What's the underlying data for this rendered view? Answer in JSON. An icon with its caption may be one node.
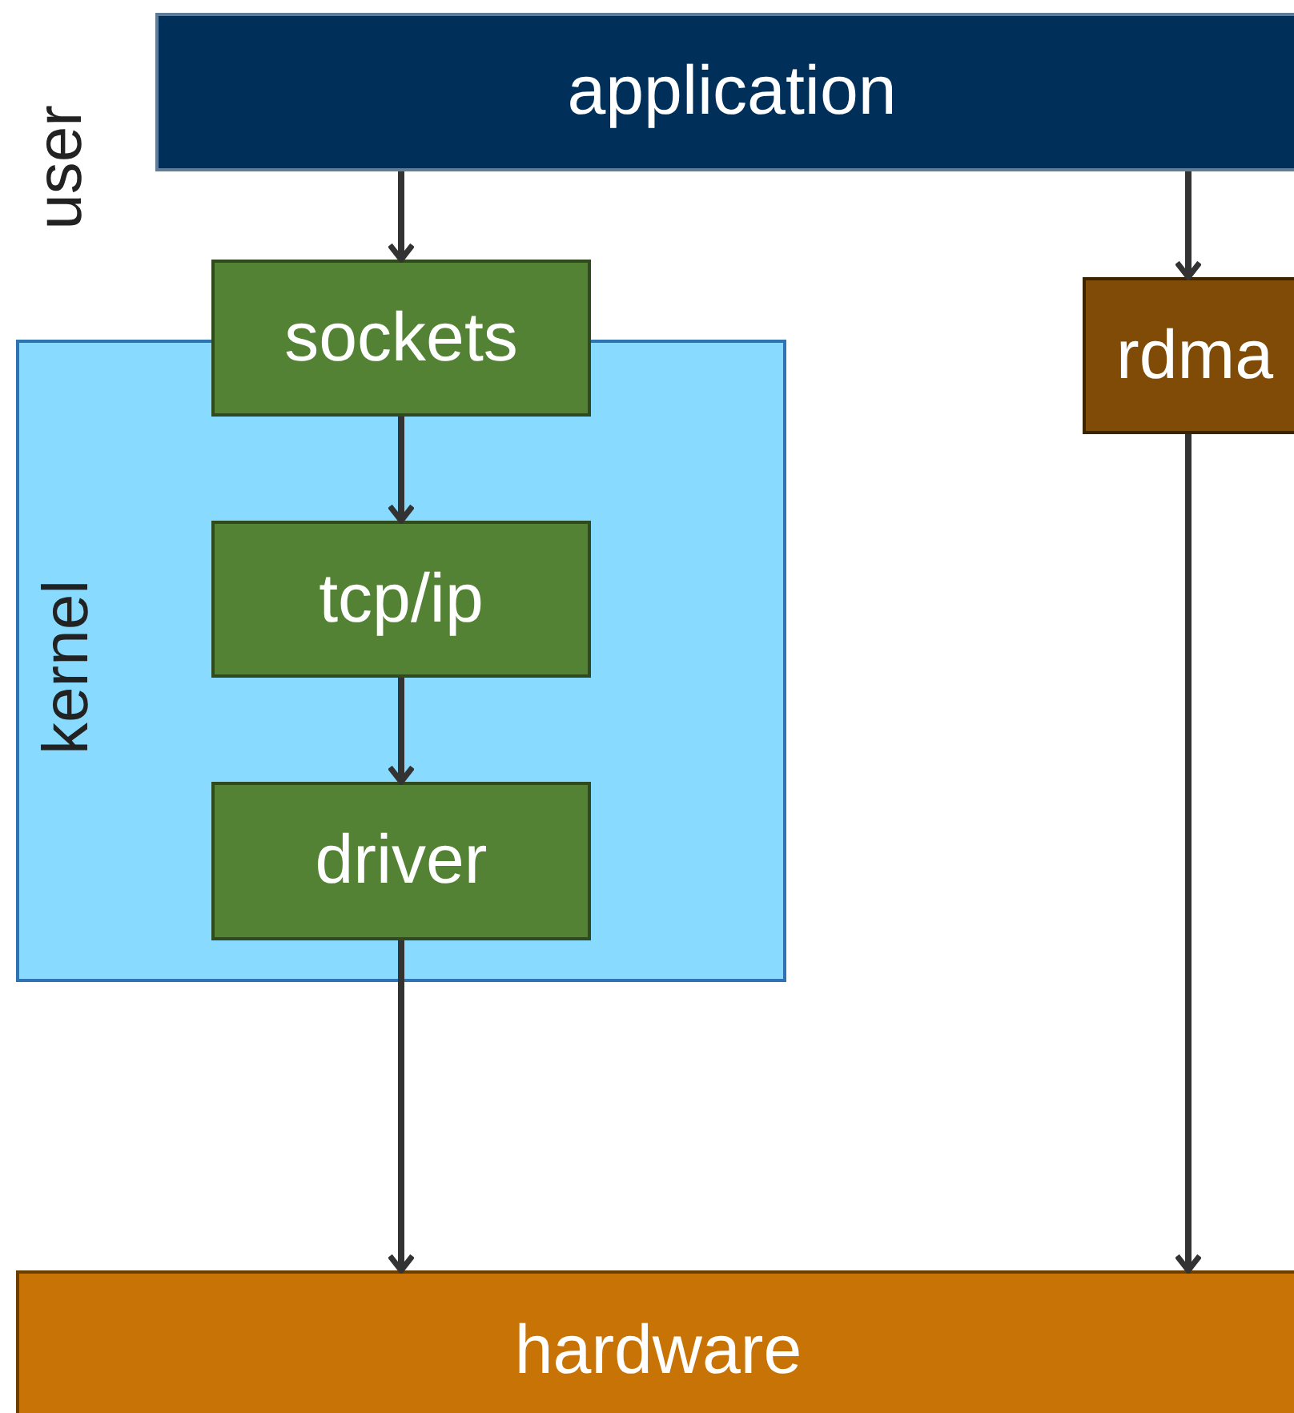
{
  "diagram": {
    "nodes": [
      {
        "text": [
          "application"
        ]
      },
      {
        "text": [
          "sockets"
        ]
      },
      {
        "text": [
          "rdma"
        ]
      },
      {
        "text": [
          "kernel"
        ]
      },
      {
        "text": [
          "tcp/ip"
        ],
        "in": 3
      },
      {
        "text": [
          "driver"
        ],
        "in": 3
      },
      {
        "text": [
          "hardware"
        ]
      }
    ],
    "edges": [
      {
        "from": 0,
        "to": 1,
        "arrow": "to"
      },
      {
        "from": 0,
        "to": 2,
        "arrow": "to"
      },
      {
        "from": 1,
        "to": 4,
        "arrow": "to"
      },
      {
        "from": 4,
        "to": 5,
        "arrow": "to"
      },
      {
        "from": 5,
        "to": 6,
        "arrow": "to"
      },
      {
        "from": 2,
        "to": 6,
        "arrow": "to"
      }
    ],
    "labels": [
      "user"
    ]
  }
}
